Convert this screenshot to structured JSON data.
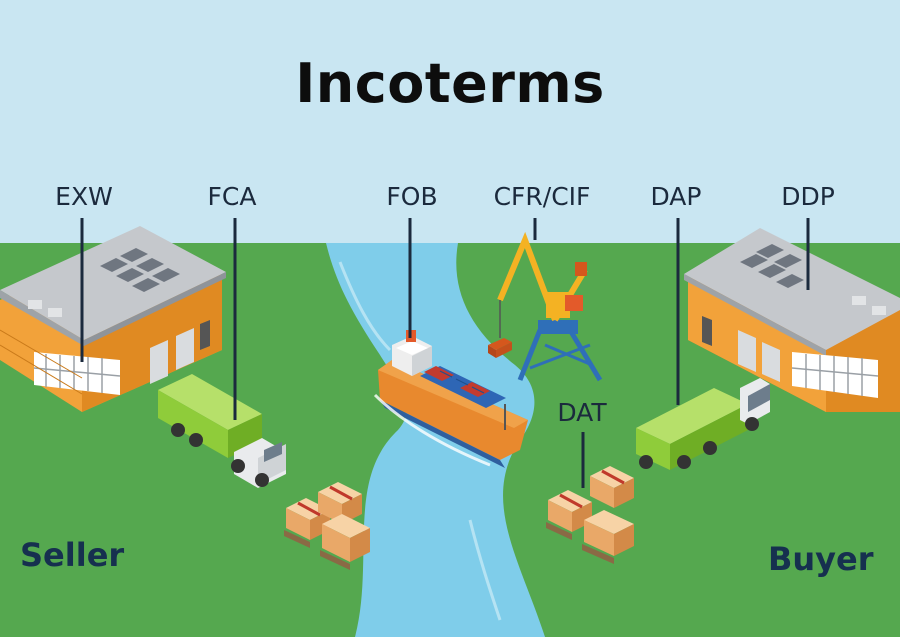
{
  "title": "Incoterms",
  "terms": {
    "exw": "EXW",
    "fca": "FCA",
    "fob": "FOB",
    "cfr_cif": "CFR/CIF",
    "dap": "DAP",
    "ddp": "DDP",
    "dat": "DAT"
  },
  "sides": {
    "seller": "Seller",
    "buyer": "Buyer"
  },
  "colors": {
    "sky": "#c9e6f2",
    "grass": "#55a84f",
    "river": "#7fcdea",
    "warehouse_orange": "#f2a23a",
    "truck_green": "#8fcc3a",
    "ship_hull": "#e8892e",
    "crane_yellow": "#f4b223",
    "crane_blue": "#2f6fb8",
    "pointer_line": "#1b2a3d"
  }
}
